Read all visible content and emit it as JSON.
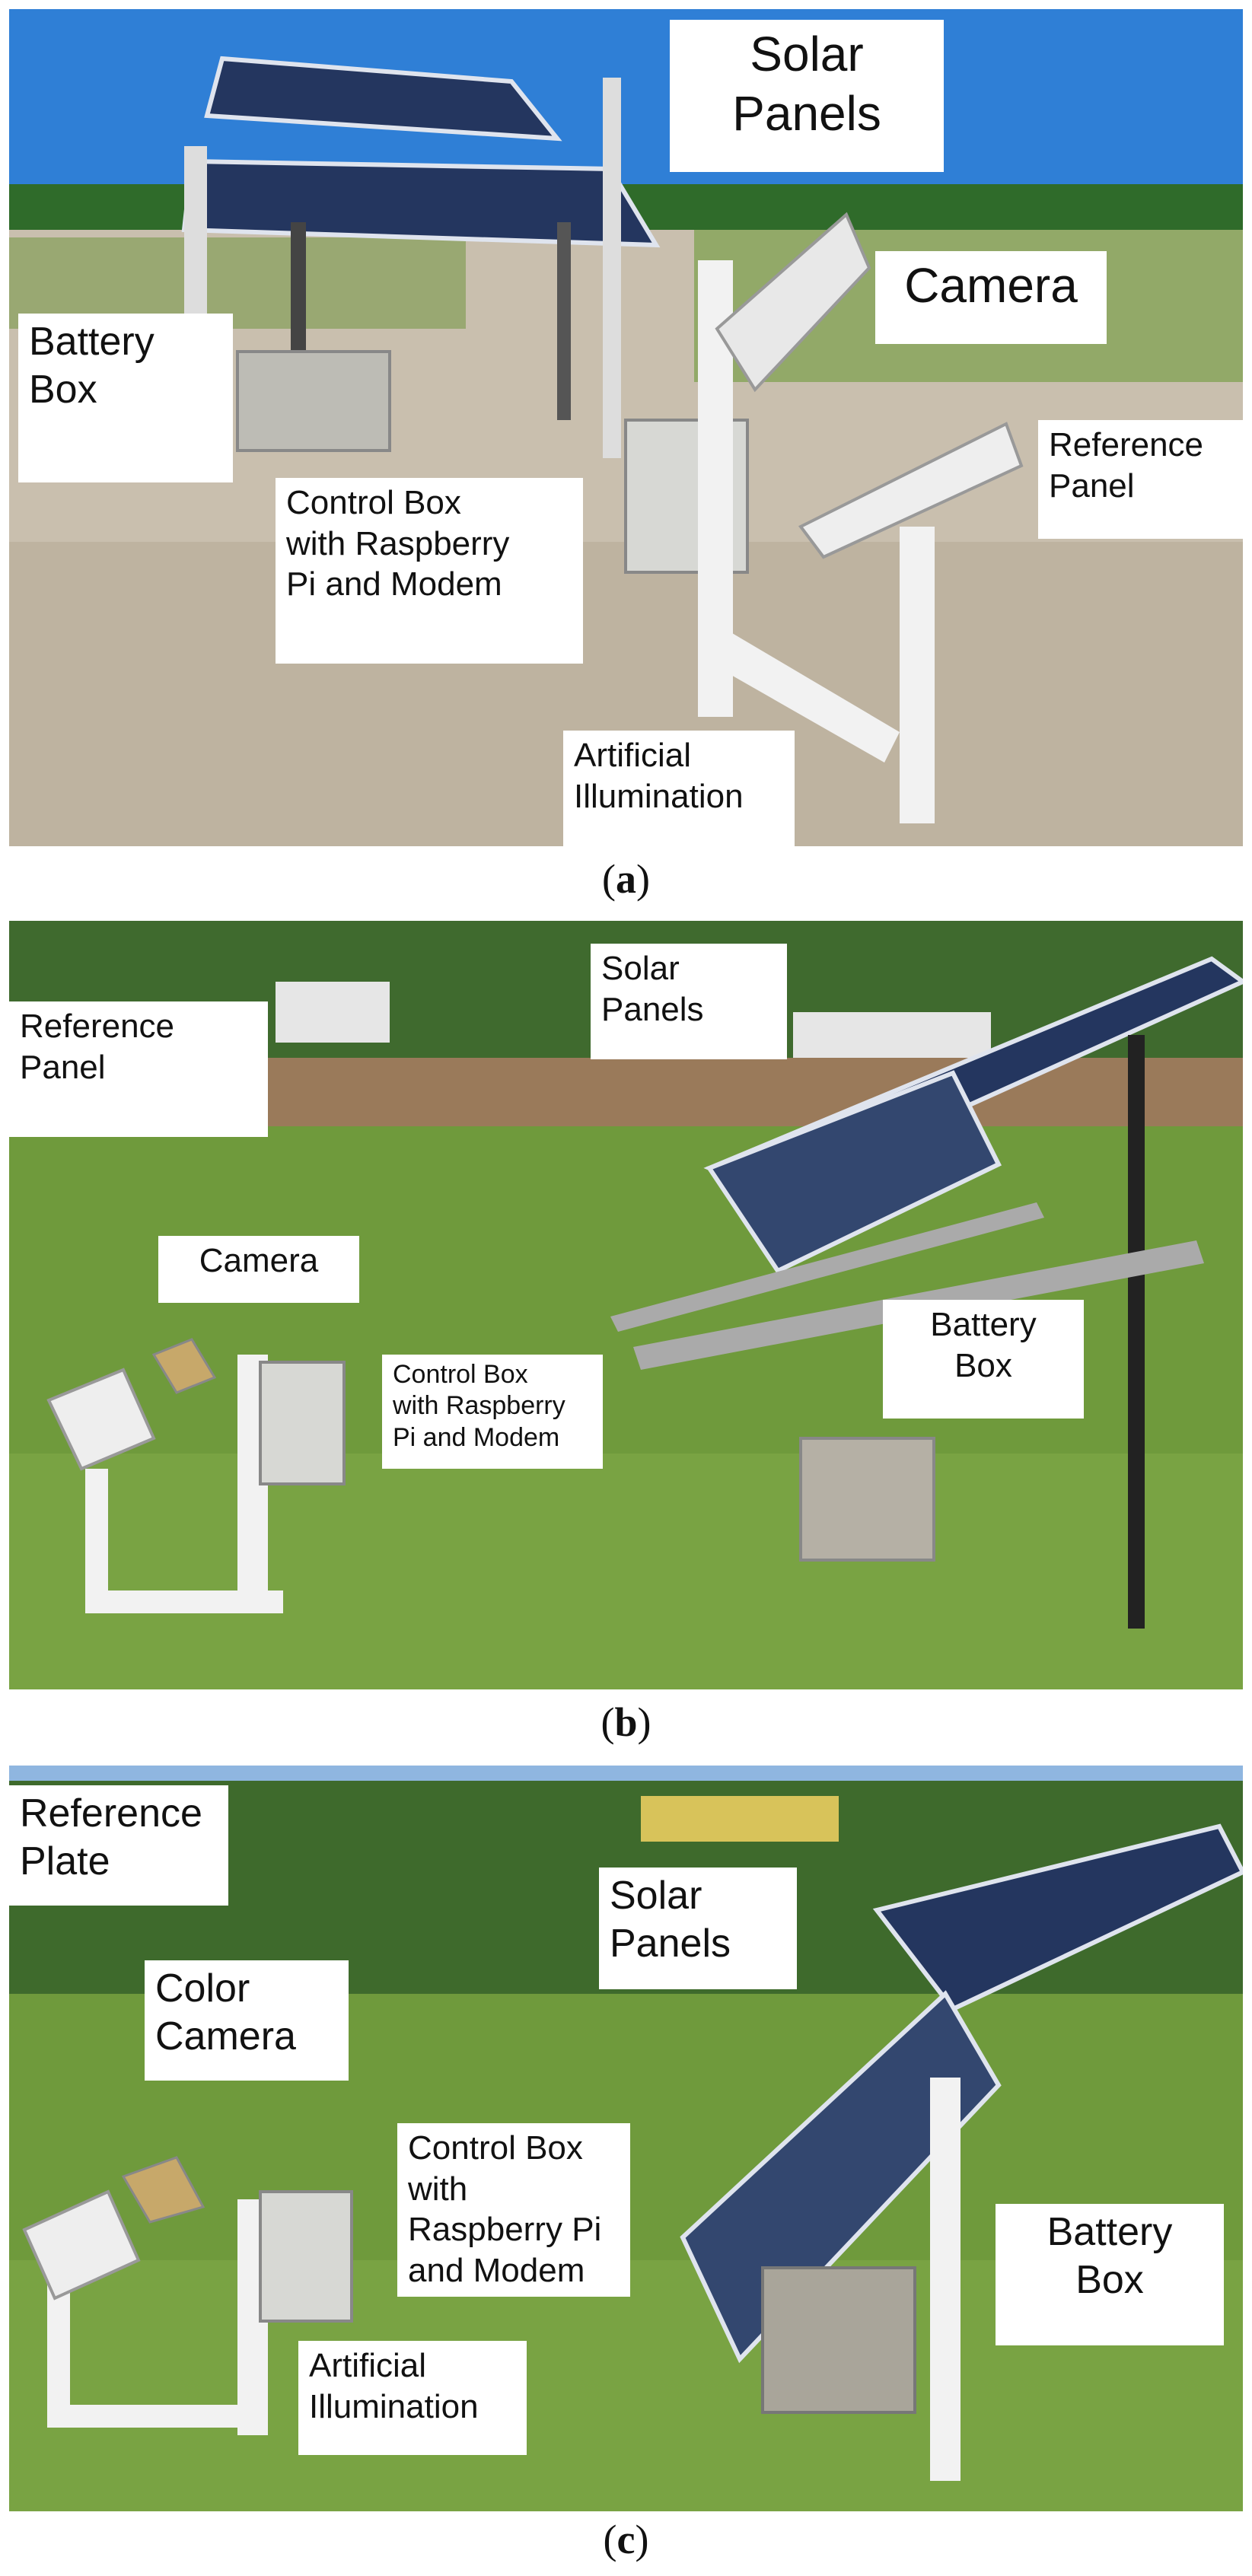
{
  "panel_a": {
    "caption_open": "(",
    "caption_letter": "a",
    "caption_close": ")",
    "labels": {
      "solar_panels": "Solar\nPanels",
      "camera": "Camera",
      "battery_box": "Battery\nBox",
      "reference_panel": "Reference\nPanel",
      "control_box": "Control Box\nwith Raspberry\nPi and Modem",
      "artificial_illumination": "Artificial\nIllumination"
    }
  },
  "panel_b": {
    "caption_open": "(",
    "caption_letter": "b",
    "caption_close": ")",
    "labels": {
      "solar_panels": "Solar\nPanels",
      "reference_panel": "Reference\nPanel",
      "camera": "Camera",
      "battery_box": "Battery\nBox",
      "control_box": "Control Box\nwith Raspberry\nPi and Modem"
    }
  },
  "panel_c": {
    "caption_open": "(",
    "caption_letter": "c",
    "caption_close": ")",
    "labels": {
      "reference_plate": "Reference\nPlate",
      "solar_panels": "Solar\nPanels",
      "color_camera": "Color\nCamera",
      "control_box": "Control Box\nwith\nRaspberry Pi\nand Modem",
      "battery_box": "Battery\nBox",
      "artificial_illumination": "Artificial\nIllumination"
    }
  },
  "colors": {
    "sky": "#2f7fd6",
    "grass": "#6f9a3c",
    "soil": "#c9bfae",
    "solar_panel": "#24365f",
    "pvc": "#f2f2f2",
    "label_bg": "#ffffff"
  }
}
